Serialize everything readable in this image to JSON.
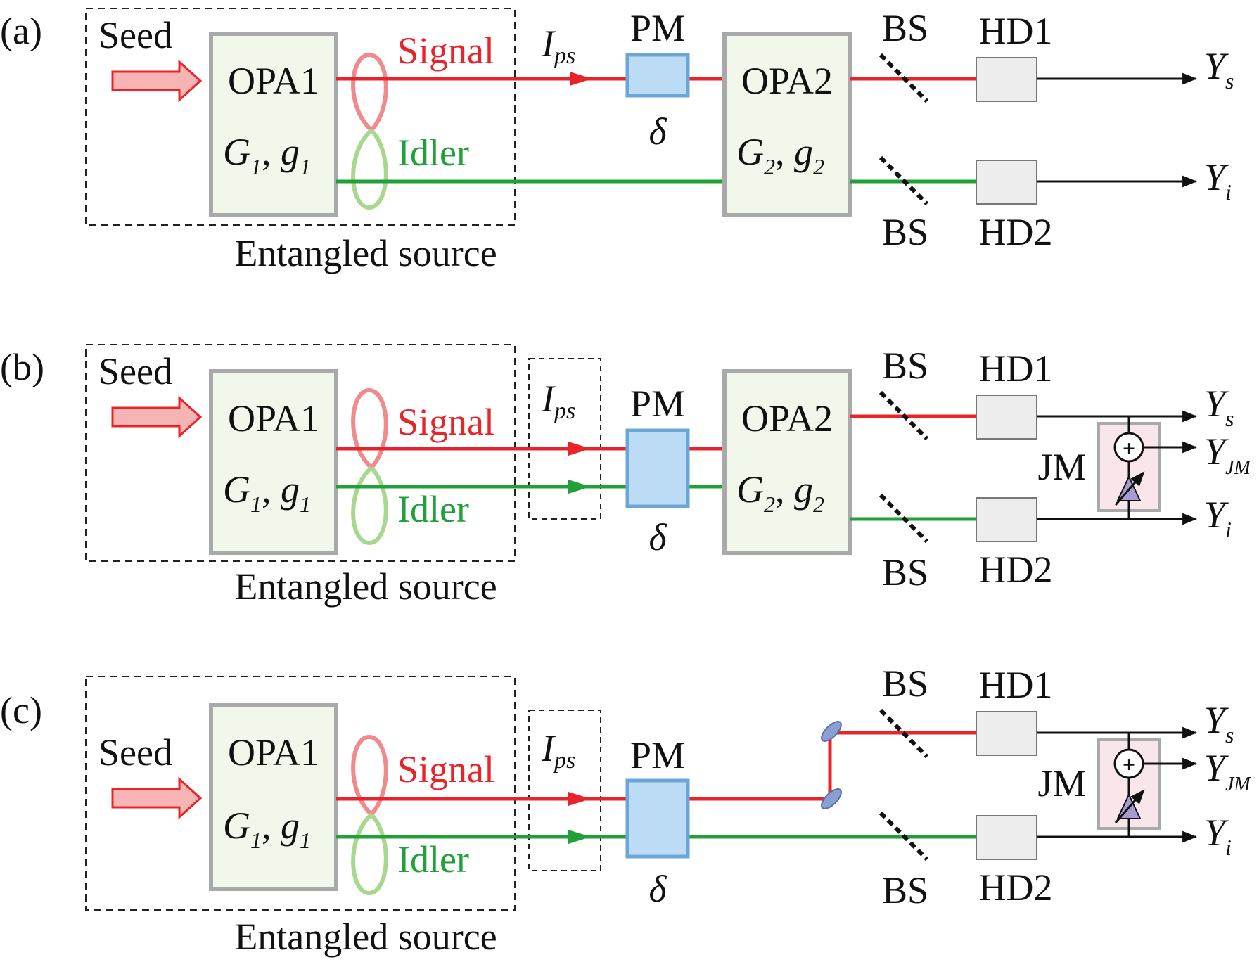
{
  "panels": [
    {
      "label": "(a)",
      "seed": "Seed",
      "opa1": {
        "name": "OPA1",
        "gain": "G",
        "gain_sub": "1",
        "g": "g",
        "g_sub": "1"
      },
      "signal": "Signal",
      "idler": "Idler",
      "probe": {
        "symbol": "I",
        "sub": "ps"
      },
      "pm": {
        "name": "PM",
        "phase": "δ"
      },
      "opa2": {
        "name": "OPA2",
        "gain": "G",
        "gain_sub": "2",
        "g": "g",
        "g_sub": "2"
      },
      "bs_top": "BS",
      "bs_bottom": "BS",
      "hd1": "HD1",
      "hd2": "HD2",
      "out_s": {
        "symbol": "Y",
        "sub": "s"
      },
      "out_i": {
        "symbol": "Y",
        "sub": "i"
      },
      "source": "Entangled source"
    },
    {
      "label": "(b)",
      "seed": "Seed",
      "opa1": {
        "name": "OPA1",
        "gain": "G",
        "gain_sub": "1",
        "g": "g",
        "g_sub": "1"
      },
      "signal": "Signal",
      "idler": "Idler",
      "probe": {
        "symbol": "I",
        "sub": "ps"
      },
      "pm": {
        "name": "PM",
        "phase": "δ"
      },
      "opa2": {
        "name": "OPA2",
        "gain": "G",
        "gain_sub": "2",
        "g": "g",
        "g_sub": "2"
      },
      "bs_top": "BS",
      "bs_bottom": "BS",
      "hd1": "HD1",
      "hd2": "HD2",
      "jm": "JM",
      "out_s": {
        "symbol": "Y",
        "sub": "s"
      },
      "out_jm": {
        "symbol": "Y",
        "sub": "JM"
      },
      "out_i": {
        "symbol": "Y",
        "sub": "i"
      },
      "source": "Entangled source"
    },
    {
      "label": "(c)",
      "seed": "Seed",
      "opa1": {
        "name": "OPA1",
        "gain": "G",
        "gain_sub": "1",
        "g": "g",
        "g_sub": "1"
      },
      "signal": "Signal",
      "idler": "Idler",
      "probe": {
        "symbol": "I",
        "sub": "ps"
      },
      "pm": {
        "name": "PM",
        "phase": "δ"
      },
      "bs_top": "BS",
      "bs_bottom": "BS",
      "hd1": "HD1",
      "hd2": "HD2",
      "jm": "JM",
      "out_s": {
        "symbol": "Y",
        "sub": "s"
      },
      "out_jm": {
        "symbol": "Y",
        "sub": "JM"
      },
      "out_i": {
        "symbol": "Y",
        "sub": "i"
      },
      "source": "Entangled source"
    }
  ],
  "colors": {
    "signal": "#e8242a",
    "idler": "#21a03a",
    "signal_lobe": "#f08a8c",
    "idler_lobe": "#a8d890",
    "opa_fill": "#f2f7ec",
    "opa_border": "#a9a9a9",
    "pm_fill": "#bcdcf5",
    "pm_border": "#6aa7d6",
    "hd_fill": "#ededed",
    "jm_fill": "#f8e6ea",
    "seed_fill": "#f6b4b4",
    "mirror": "#8aa0d0"
  }
}
